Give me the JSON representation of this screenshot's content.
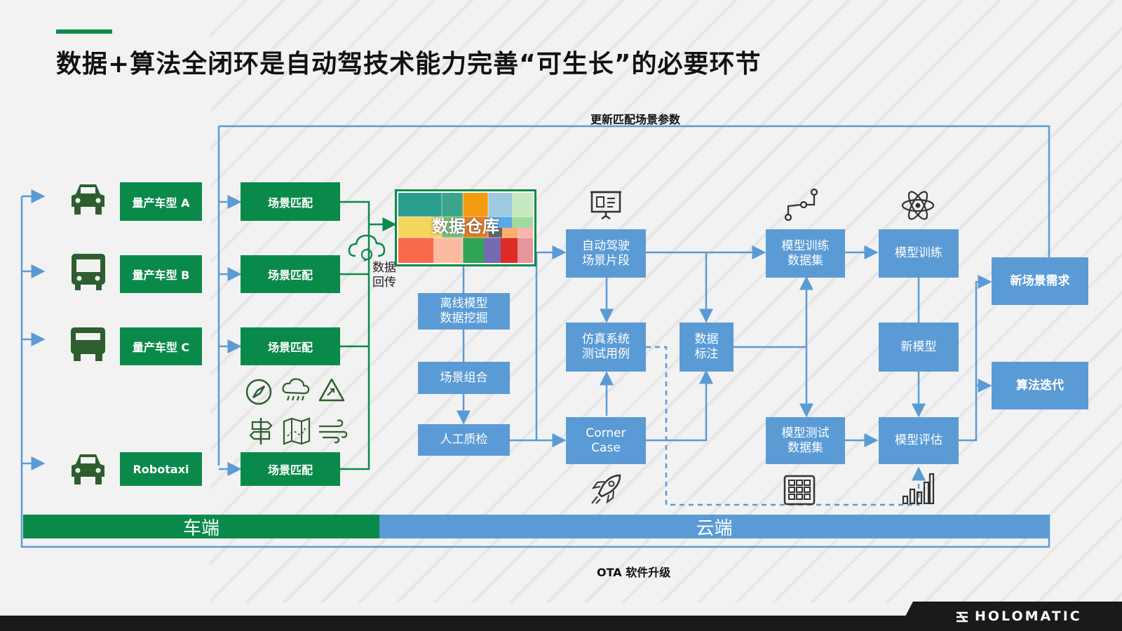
{
  "title": "数据+算法全闭环是自动驾技术能力完善“可生长”的必要环节",
  "top_loop_label": "更新匹配场景参数",
  "bottom_loop_label": "OTA 软件升级",
  "vehicles": [
    {
      "label": "量产车型 A",
      "icon": "car-icon"
    },
    {
      "label": "量产车型 B",
      "icon": "bus-icon"
    },
    {
      "label": "量产车型 C",
      "icon": "truck-icon"
    },
    {
      "label": "Robotaxi",
      "icon": "car-icon"
    }
  ],
  "scene_match": [
    "场景匹配",
    "场景匹配",
    "场景匹配",
    "场景匹配"
  ],
  "data_return": "数据\n回传",
  "data_warehouse": "数据仓库",
  "pipeline": {
    "mining": "离线模型\n数据挖掘",
    "combine": "场景组合",
    "qc": "人工质检"
  },
  "cloud": {
    "ad_clips": "自动驾驶\n场景片段",
    "sim_cases": "仿真系统\n测试用例",
    "corner_case": "Corner\nCase",
    "labeling": "数据\n标注",
    "train_set": "模型训练\n数据集",
    "test_set": "模型测试\n数据集",
    "train": "模型训练",
    "new_model": "新模型",
    "eval": "模型评估",
    "new_scene": "新场景需求",
    "algo_iter": "算法迭代"
  },
  "bands": {
    "car": "车端",
    "cloud": "云端"
  },
  "brand": "HOLOMATIC",
  "colors": {
    "green": "#0a8a4a",
    "blue": "#5b9bd5",
    "dark": "#1a1a1a"
  }
}
